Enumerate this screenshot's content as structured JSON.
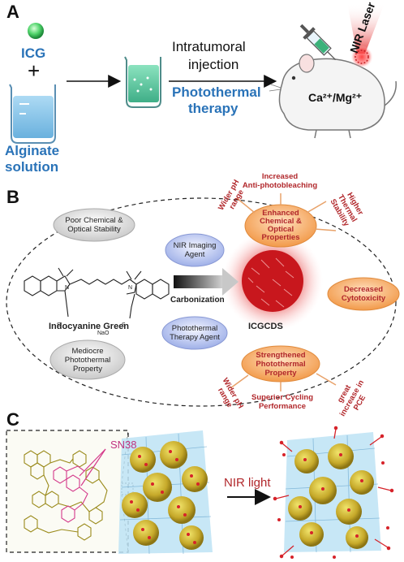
{
  "panel_a": {
    "letter": "A",
    "icg_label": "ICG",
    "plus": "+",
    "alginate_label_line1": "Alginate",
    "alginate_label_line2": "solution",
    "arrow_top_line1": "Intratumoral",
    "arrow_top_line2": "injection",
    "arrow_bottom_line1": "Photothermal",
    "arrow_bottom_line2": "therapy",
    "mouse_label": "Ca²⁺/Mg²⁺",
    "laser_label": "NIR Laser"
  },
  "panel_b": {
    "letter": "B",
    "poor_stability": [
      "Poor Chemical &",
      "Optical Stability"
    ],
    "nir_imaging": [
      "NIR Imaging",
      "Agent"
    ],
    "pt_agent": [
      "Photothermal",
      "Therapy Agent"
    ],
    "mediocre": [
      "Mediocre",
      "Photothermal",
      "Property"
    ],
    "molecule_name": "Indocyanine Green",
    "carbonization": "Carbonization",
    "icgcds": "ICGCDS",
    "enhanced": [
      "Enhanced",
      "Chemical &",
      "Optical",
      "Properties"
    ],
    "strengthened": [
      "Strengthened",
      "Photothermal",
      "Property"
    ],
    "decreased": [
      "Decreased",
      "Cytotoxicity"
    ],
    "anti_photo": [
      "Increased",
      "Anti-photobleaching"
    ],
    "wider_ph_top": [
      "Wider pH",
      "range"
    ],
    "higher_thermal": [
      "Higher",
      "Thermal",
      "Stability"
    ],
    "wider_ph_bottom": [
      "Wider pH",
      "range"
    ],
    "superior_cycling": [
      "Superior Cycling",
      "Performance"
    ],
    "great_increase": [
      "great",
      "increase in",
      "PCE"
    ]
  },
  "panel_c": {
    "letter": "C",
    "sn38_label": "SN38",
    "nir_light": "NIR light"
  },
  "colors": {
    "accent_blue": "#2a73b8",
    "accent_red": "#b1272b",
    "orange_oval": "#f7a35c",
    "gel_blue": "#bde3f5",
    "sphere_gold": "#c9b52c"
  }
}
